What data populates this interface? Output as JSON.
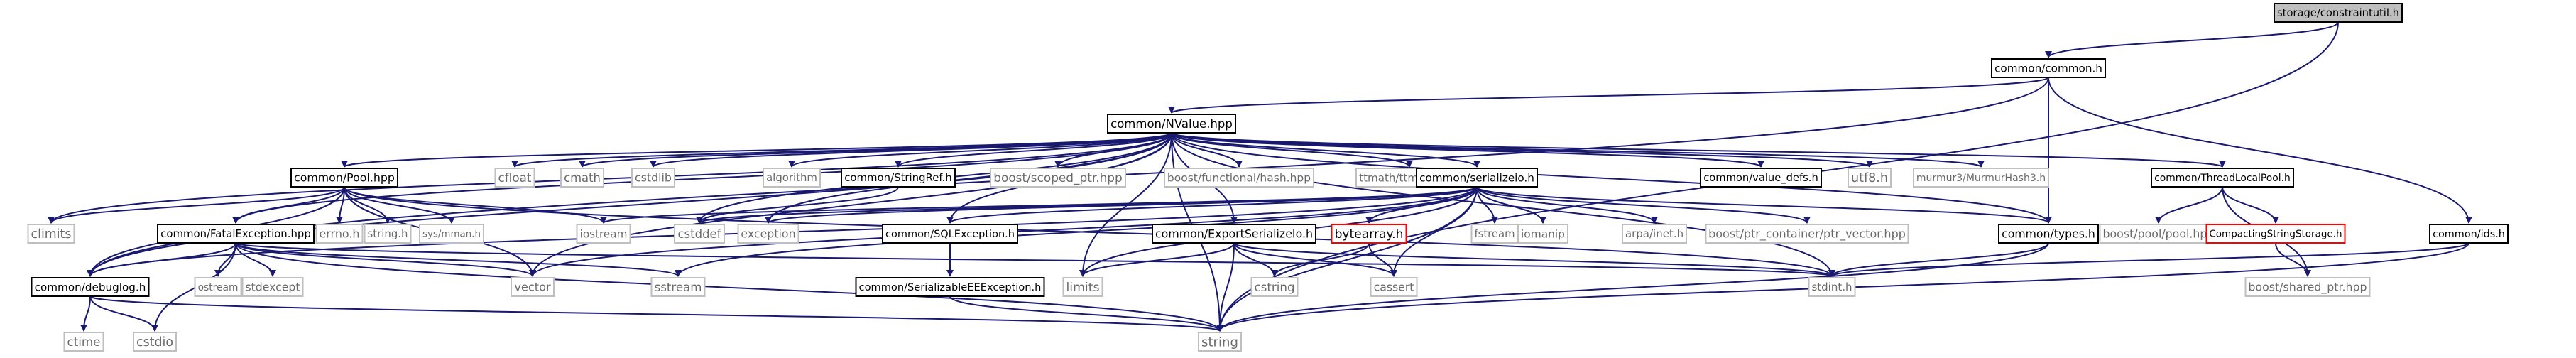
{
  "colors": {
    "edge": "#191970",
    "root_fill": "#bfbfbf",
    "local_border": "#000000",
    "system_border": "#bfbfbf",
    "system_text": "#6a6a6a",
    "missing_border": "#ff0000",
    "text": "#000000"
  },
  "nodes": {
    "constraintutil": {
      "label": "storage/constraintutil.h",
      "kind": "root"
    },
    "common": {
      "label": "common/common.h",
      "kind": "local"
    },
    "nvalue": {
      "label": "common/NValue.hpp",
      "kind": "local"
    },
    "pool": {
      "label": "common/Pool.hpp",
      "kind": "local"
    },
    "cfloat": {
      "label": "cfloat",
      "kind": "system"
    },
    "cmath": {
      "label": "cmath",
      "kind": "system"
    },
    "cstdlib": {
      "label": "cstdlib",
      "kind": "system"
    },
    "algorithm": {
      "label": "algorithm",
      "kind": "system"
    },
    "stringref": {
      "label": "common/StringRef.h",
      "kind": "local"
    },
    "scoped_ptr": {
      "label": "boost/scoped_ptr.hpp",
      "kind": "system"
    },
    "functional_hash": {
      "label": "boost/functional/hash.hpp",
      "kind": "system"
    },
    "ttmathint": {
      "label": "ttmath/ttmathint.h",
      "kind": "system"
    },
    "serializeio": {
      "label": "common/serializeio.h",
      "kind": "local"
    },
    "value_defs": {
      "label": "common/value_defs.h",
      "kind": "local"
    },
    "utf8": {
      "label": "utf8.h",
      "kind": "system"
    },
    "murmur": {
      "label": "murmur3/MurmurHash3.h",
      "kind": "system"
    },
    "threadlocalpool": {
      "label": "common/ThreadLocalPool.h",
      "kind": "local"
    },
    "climits": {
      "label": "climits",
      "kind": "system"
    },
    "fatalexception": {
      "label": "common/FatalException.hpp",
      "kind": "local"
    },
    "errno": {
      "label": "errno.h",
      "kind": "system"
    },
    "string_h": {
      "label": "string.h",
      "kind": "system"
    },
    "sysmman": {
      "label": "sys/mman.h",
      "kind": "system"
    },
    "iostream": {
      "label": "iostream",
      "kind": "system"
    },
    "cstddef": {
      "label": "cstddef",
      "kind": "system"
    },
    "exception": {
      "label": "exception",
      "kind": "system"
    },
    "sqlexception": {
      "label": "common/SQLException.h",
      "kind": "local"
    },
    "exportserializeio": {
      "label": "common/ExportSerializeIo.h",
      "kind": "local"
    },
    "bytearray": {
      "label": "bytearray.h",
      "kind": "missing"
    },
    "fstream": {
      "label": "fstream",
      "kind": "system"
    },
    "iomanip": {
      "label": "iomanip",
      "kind": "system"
    },
    "arpainet": {
      "label": "arpa/inet.h",
      "kind": "system"
    },
    "ptr_vector": {
      "label": "boost/ptr_container/ptr_vector.hpp",
      "kind": "system"
    },
    "types": {
      "label": "common/types.h",
      "kind": "local"
    },
    "pool_hpp": {
      "label": "boost/pool/pool.hpp",
      "kind": "system"
    },
    "compacting": {
      "label": "CompactingStringStorage.h",
      "kind": "missing"
    },
    "ids": {
      "label": "common/ids.h",
      "kind": "local"
    },
    "debuglog": {
      "label": "common/debuglog.h",
      "kind": "local"
    },
    "ostream": {
      "label": "ostream",
      "kind": "system"
    },
    "stdexcept": {
      "label": "stdexcept",
      "kind": "system"
    },
    "vector": {
      "label": "vector",
      "kind": "system"
    },
    "sstream": {
      "label": "sstream",
      "kind": "system"
    },
    "serializable_ee": {
      "label": "common/SerializableEEException.h",
      "kind": "local"
    },
    "limits": {
      "label": "limits",
      "kind": "system"
    },
    "cstring": {
      "label": "cstring",
      "kind": "system"
    },
    "cassert": {
      "label": "cassert",
      "kind": "system"
    },
    "stdint": {
      "label": "stdint.h",
      "kind": "system"
    },
    "shared_ptr": {
      "label": "boost/shared_ptr.hpp",
      "kind": "system"
    },
    "ctime": {
      "label": "ctime",
      "kind": "system"
    },
    "cstdio": {
      "label": "cstdio",
      "kind": "system"
    },
    "string": {
      "label": "string",
      "kind": "system"
    }
  },
  "edges": [
    [
      "constraintutil",
      "common"
    ],
    [
      "constraintutil",
      "string"
    ],
    [
      "common",
      "nvalue"
    ],
    [
      "common",
      "types"
    ],
    [
      "common",
      "ids"
    ],
    [
      "common",
      "debuglog"
    ],
    [
      "nvalue",
      "pool"
    ],
    [
      "nvalue",
      "cfloat"
    ],
    [
      "nvalue",
      "cmath"
    ],
    [
      "nvalue",
      "cstdlib"
    ],
    [
      "nvalue",
      "algorithm"
    ],
    [
      "nvalue",
      "stringref"
    ],
    [
      "nvalue",
      "scoped_ptr"
    ],
    [
      "nvalue",
      "functional_hash"
    ],
    [
      "nvalue",
      "ttmathint"
    ],
    [
      "nvalue",
      "serializeio"
    ],
    [
      "nvalue",
      "value_defs"
    ],
    [
      "nvalue",
      "utf8"
    ],
    [
      "nvalue",
      "murmur"
    ],
    [
      "nvalue",
      "threadlocalpool"
    ],
    [
      "nvalue",
      "climits"
    ],
    [
      "nvalue",
      "fatalexception"
    ],
    [
      "nvalue",
      "debuglog"
    ],
    [
      "nvalue",
      "vector"
    ],
    [
      "nvalue",
      "exception"
    ],
    [
      "nvalue",
      "sqlexception"
    ],
    [
      "nvalue",
      "exportserializeio"
    ],
    [
      "nvalue",
      "types"
    ],
    [
      "nvalue",
      "limits"
    ],
    [
      "nvalue",
      "stdint"
    ],
    [
      "nvalue",
      "string"
    ],
    [
      "nvalue",
      "cstddef"
    ],
    [
      "pool",
      "climits"
    ],
    [
      "pool",
      "fatalexception"
    ],
    [
      "pool",
      "errno"
    ],
    [
      "pool",
      "string_h"
    ],
    [
      "pool",
      "sysmman"
    ],
    [
      "pool",
      "iostream"
    ],
    [
      "pool",
      "vector"
    ],
    [
      "pool",
      "debuglog"
    ],
    [
      "pool",
      "stdint"
    ],
    [
      "stringref",
      "cstddef"
    ],
    [
      "serializeio",
      "iostream"
    ],
    [
      "serializeio",
      "cstddef"
    ],
    [
      "serializeio",
      "exception"
    ],
    [
      "serializeio",
      "sqlexception"
    ],
    [
      "serializeio",
      "bytearray"
    ],
    [
      "serializeio",
      "fstream"
    ],
    [
      "serializeio",
      "iomanip"
    ],
    [
      "serializeio",
      "arpainet"
    ],
    [
      "serializeio",
      "ptr_vector"
    ],
    [
      "serializeio",
      "types"
    ],
    [
      "serializeio",
      "vector"
    ],
    [
      "serializeio",
      "sstream"
    ],
    [
      "serializeio",
      "limits"
    ],
    [
      "serializeio",
      "cassert"
    ],
    [
      "serializeio",
      "string"
    ],
    [
      "serializeio",
      "debuglog"
    ],
    [
      "threadlocalpool",
      "pool_hpp"
    ],
    [
      "threadlocalpool",
      "compacting"
    ],
    [
      "threadlocalpool",
      "shared_ptr"
    ],
    [
      "fatalexception",
      "debuglog"
    ],
    [
      "fatalexception",
      "ostream"
    ],
    [
      "fatalexception",
      "stdexcept"
    ],
    [
      "fatalexception",
      "vector"
    ],
    [
      "fatalexception",
      "sstream"
    ],
    [
      "fatalexception",
      "cstdio"
    ],
    [
      "fatalexception",
      "string"
    ],
    [
      "fatalexception",
      "stdint"
    ],
    [
      "sqlexception",
      "serializable_ee"
    ],
    [
      "serializable_ee",
      "string"
    ],
    [
      "exportserializeio",
      "limits"
    ],
    [
      "exportserializeio",
      "cstring"
    ],
    [
      "exportserializeio",
      "cassert"
    ],
    [
      "exportserializeio",
      "string"
    ],
    [
      "exportserializeio",
      "stdint"
    ],
    [
      "bytearray",
      "cstring"
    ],
    [
      "bytearray",
      "cassert"
    ],
    [
      "types",
      "stdint"
    ],
    [
      "types",
      "string"
    ],
    [
      "compacting",
      "shared_ptr"
    ],
    [
      "ids",
      "stdint"
    ],
    [
      "ids",
      "string"
    ],
    [
      "debuglog",
      "ctime"
    ],
    [
      "debuglog",
      "cstdio"
    ],
    [
      "debuglog",
      "string"
    ]
  ]
}
